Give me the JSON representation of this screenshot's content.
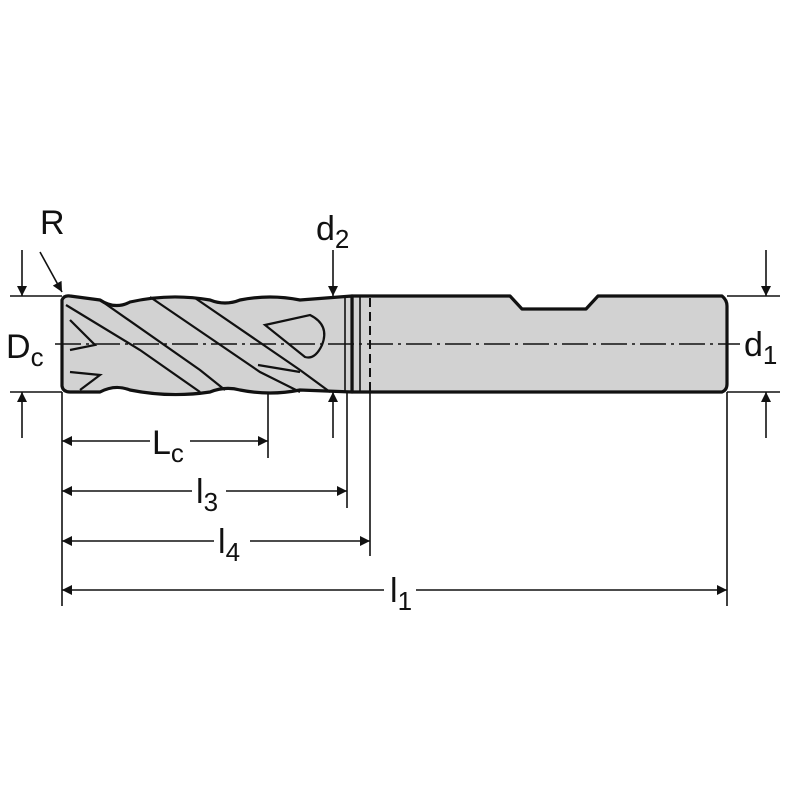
{
  "title": "End mill dimension drawing",
  "labels": {
    "R": {
      "base": "R"
    },
    "d2": {
      "base": "d",
      "sub": "2"
    },
    "Dc": {
      "base": "D",
      "sub": "c"
    },
    "d1": {
      "base": "d",
      "sub": "1"
    },
    "Lc": {
      "base": "L",
      "sub": "c"
    },
    "l3": {
      "base": "l",
      "sub": "3"
    },
    "l4": {
      "base": "l",
      "sub": "4"
    },
    "l1": {
      "base": "l",
      "sub": "1"
    }
  },
  "colors": {
    "body_fill": "#d2d2d2",
    "line": "#111111"
  }
}
